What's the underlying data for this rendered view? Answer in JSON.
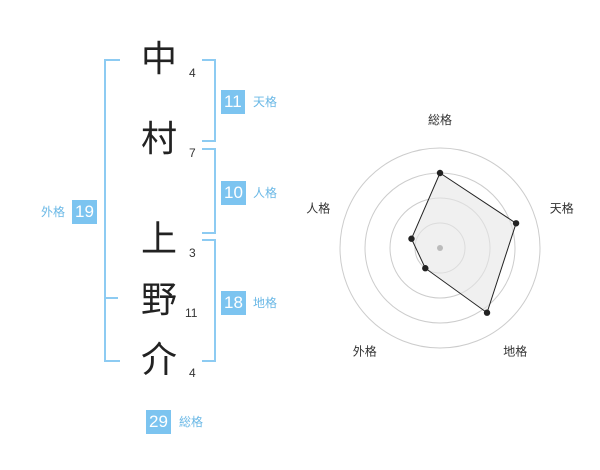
{
  "name": {
    "chars": [
      {
        "char": "中",
        "strokes": "4"
      },
      {
        "char": "村",
        "strokes": "7"
      },
      {
        "char": "上",
        "strokes": "3"
      },
      {
        "char": "野",
        "strokes": "11"
      },
      {
        "char": "介",
        "strokes": "4"
      }
    ]
  },
  "kaku": {
    "tenkaku": {
      "value": "11",
      "label": "天格"
    },
    "jinkaku": {
      "value": "10",
      "label": "人格"
    },
    "chikaku": {
      "value": "18",
      "label": "地格"
    },
    "gaikaku": {
      "value": "19",
      "label": "外格"
    },
    "soukaku": {
      "value": "29",
      "label": "総格"
    }
  },
  "colors": {
    "accent": "#7cc4f0",
    "accent_text": "#6ab8e6",
    "bracket": "#8dcbf2",
    "radar_fill": "#e6e6e6",
    "radar_stroke": "#222222",
    "ring": "#cccccc"
  },
  "chart_data": {
    "type": "radar",
    "axes": [
      "総格",
      "天格",
      "地格",
      "外格",
      "人格"
    ],
    "values": [
      0.75,
      0.8,
      0.8,
      0.25,
      0.3
    ],
    "max": 1
  }
}
